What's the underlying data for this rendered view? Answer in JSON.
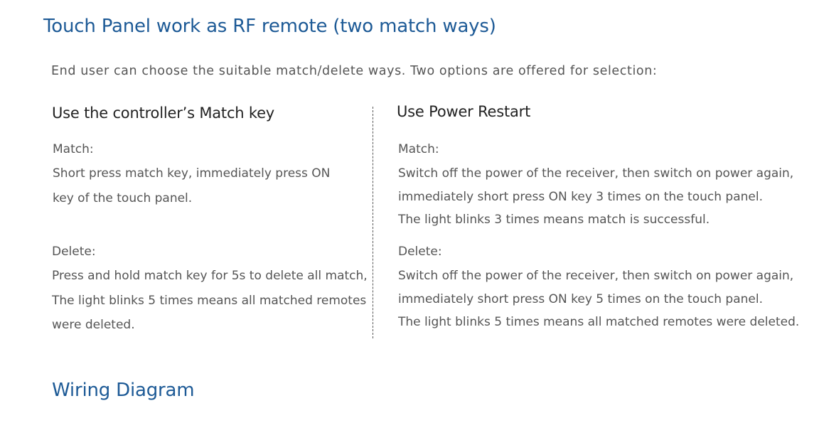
{
  "title": "Touch Panel work as RF remote (two match ways)",
  "intro": "End user can choose the suitable match/delete ways. Two options are offered for selection:",
  "left": {
    "heading": "Use the controller’s Match key",
    "match_label": "Match:",
    "match_lines": [
      "Short press match key, immediately press ON",
      "key of the touch panel."
    ],
    "delete_label": "Delete:",
    "delete_lines": [
      "Press and hold match key for 5s to delete all match,",
      "The light blinks 5 times means all matched remotes",
      "were deleted."
    ]
  },
  "right": {
    "heading": "Use Power Restart",
    "match_label": "Match:",
    "match_lines": [
      "Switch off the power of the receiver, then switch on power again,",
      "immediately short press ON key 3 times on the touch panel.",
      "The light blinks 3 times means match is successful."
    ],
    "delete_label": "Delete:",
    "delete_lines": [
      "Switch off the power of the receiver, then switch on power again,",
      "immediately short press ON key 5 times on the touch panel.",
      "The light blinks 5 times means all matched remotes were deleted."
    ]
  },
  "wiring_title": "Wiring Diagram"
}
